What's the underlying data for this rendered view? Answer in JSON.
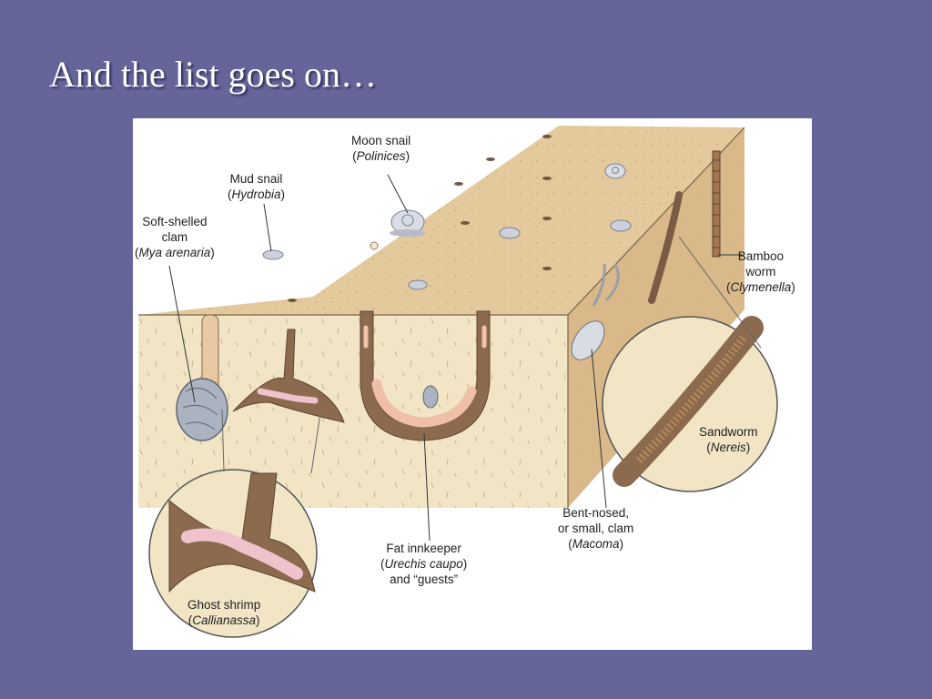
{
  "slide": {
    "title": "And the list goes on…"
  },
  "labels": {
    "moon_snail": {
      "common": "Moon snail",
      "latin": "Polinices"
    },
    "mud_snail": {
      "common": "Mud snail",
      "latin": "Hydrobia"
    },
    "soft_clam": {
      "line1": "Soft-shelled",
      "line2": "clam",
      "latin": "Mya arenaria"
    },
    "bamboo_worm": {
      "line1": "Bamboo",
      "line2": "worm",
      "latin": "Clymenella"
    },
    "sandworm": {
      "common": "Sandworm",
      "latin": "Nereis"
    },
    "macoma": {
      "line1": "Bent-nosed,",
      "line2": "or small, clam",
      "latin": "Macoma"
    },
    "innkeeper": {
      "line1": "Fat innkeeper",
      "latin": "Urechis caupo",
      "line3": "and “guests”"
    },
    "ghost_shrimp": {
      "common": "Ghost shrimp",
      "latin": "Callianassa"
    }
  },
  "colors": {
    "background": "#65659a",
    "sand_top": "#e3c99c",
    "sand_side": "#f1e5c6",
    "sand_right": "#d9b98a",
    "burrow": "#8b6a4e"
  }
}
